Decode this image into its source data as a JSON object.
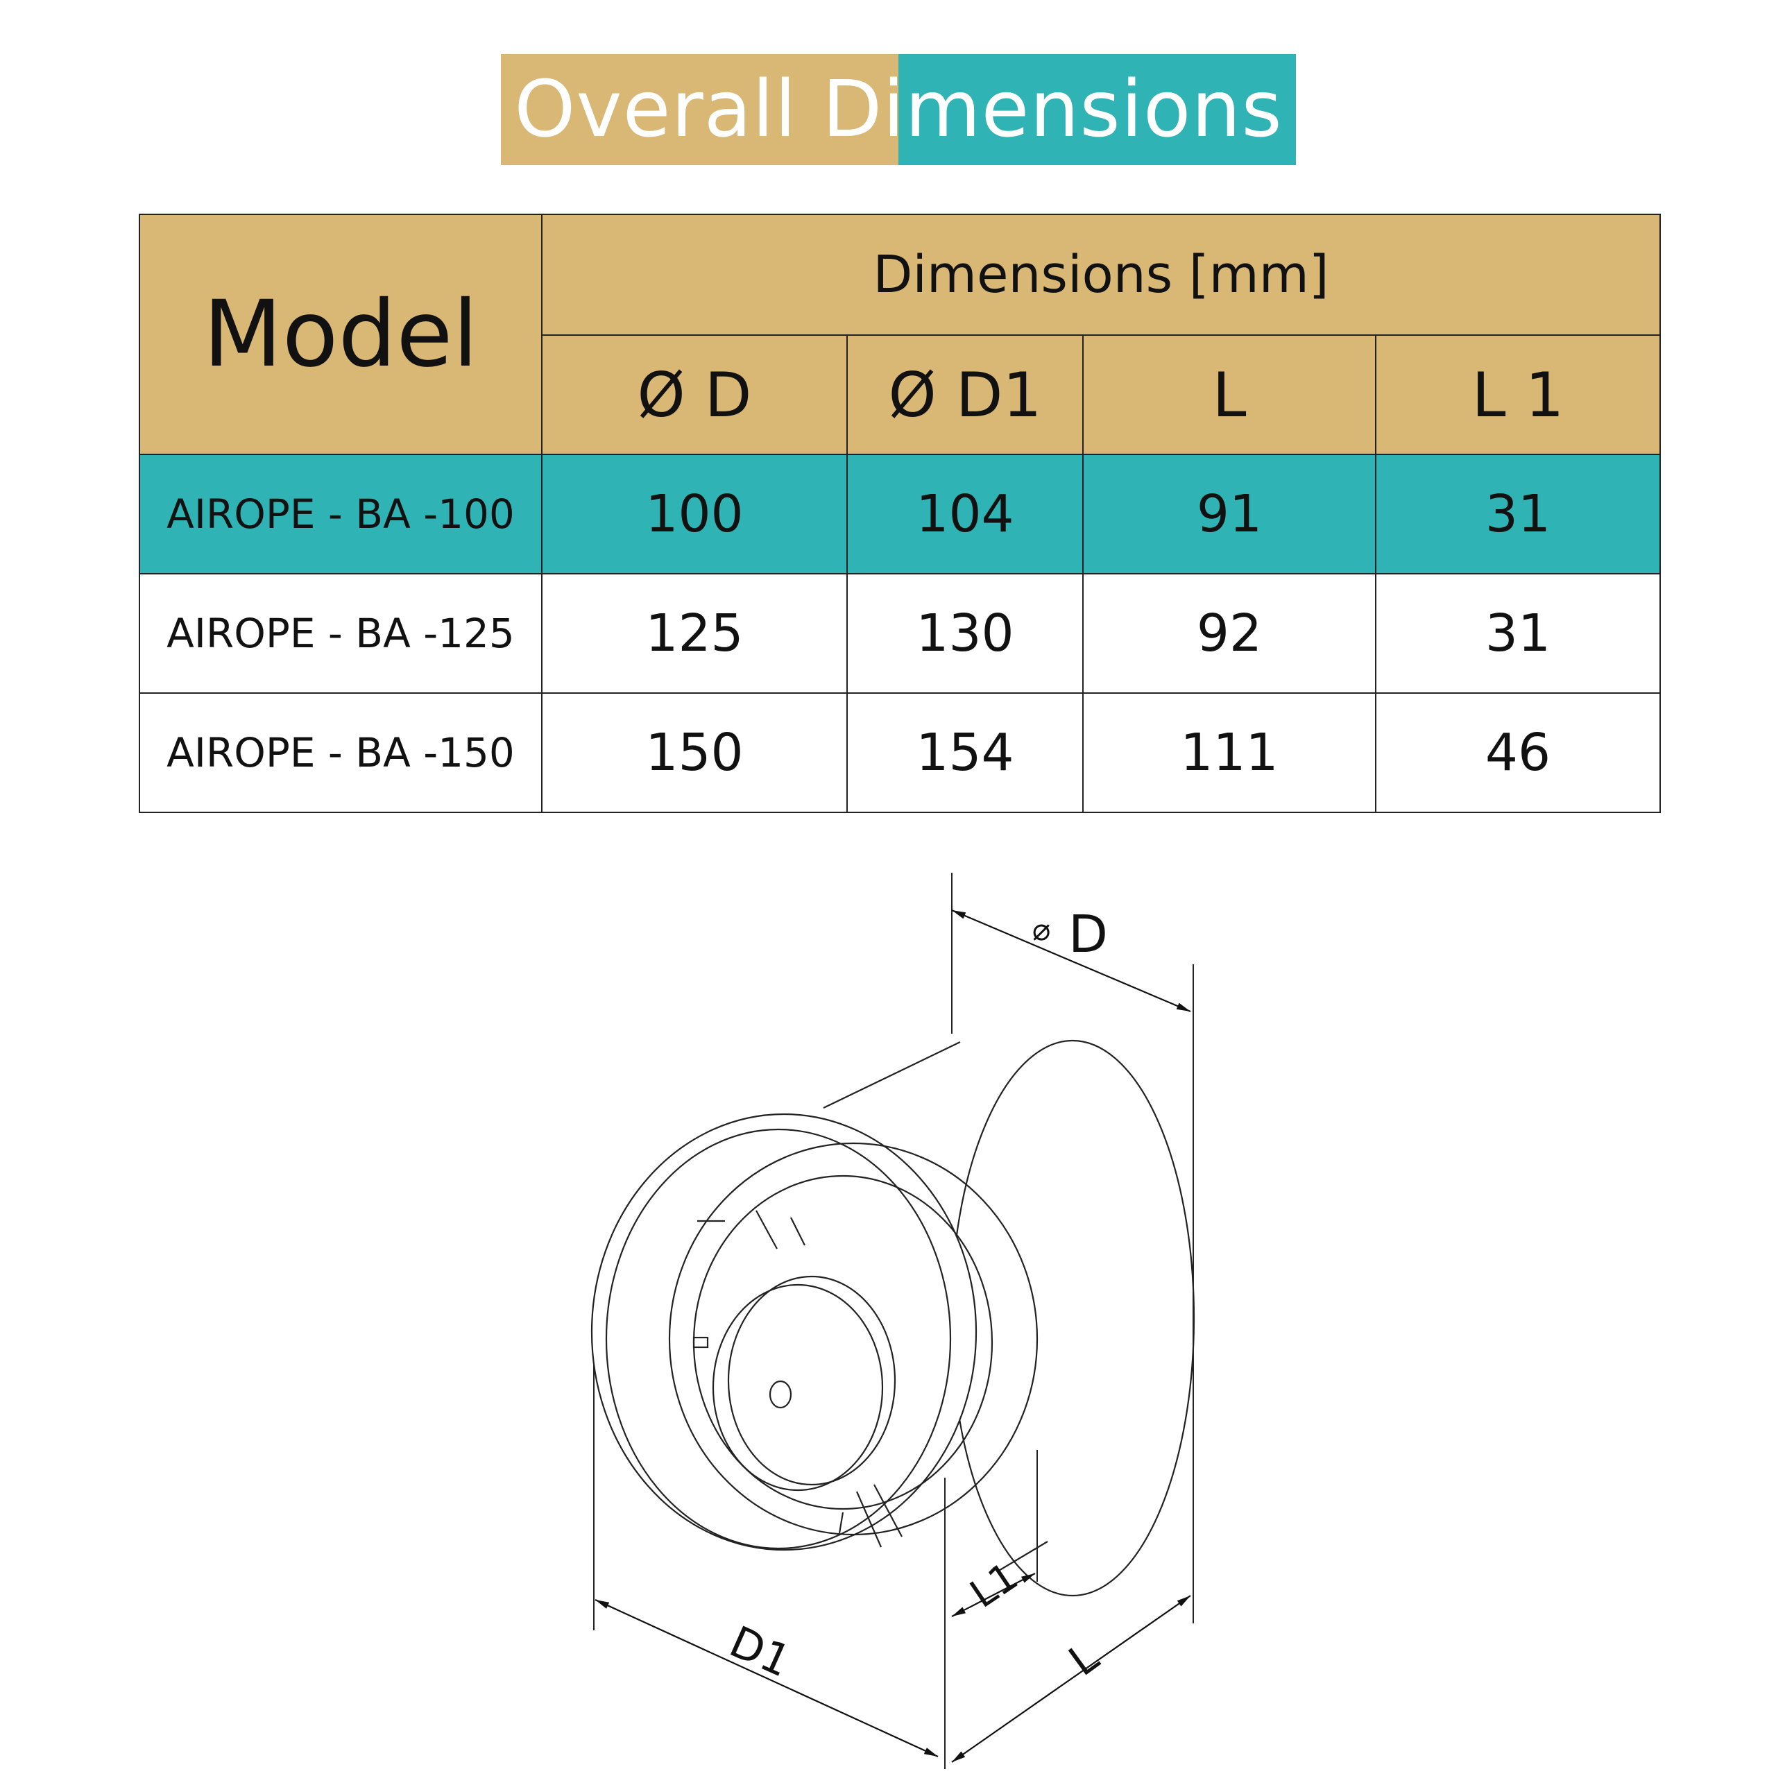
{
  "banner": {
    "title": "Overall Dimensions"
  },
  "table": {
    "model_header": "Model",
    "dims_header": "Dimensions [mm]",
    "columns": [
      "Ø D",
      "Ø D1",
      "L",
      "L 1"
    ],
    "rows": [
      {
        "model": "AIROPE - BA -100",
        "values": [
          "100",
          "104",
          "91",
          "31"
        ]
      },
      {
        "model": "AIROPE - BA -125",
        "values": [
          "125",
          "130",
          "92",
          "31"
        ]
      },
      {
        "model": "AIROPE - BA -150",
        "values": [
          "150",
          "154",
          "111",
          "46"
        ]
      }
    ]
  },
  "drawing": {
    "labels": {
      "d_symbol": "⌀",
      "d": "D",
      "d1": "D1",
      "l": "L",
      "l1": "L1"
    }
  },
  "colors": {
    "gold": "#d9b775",
    "teal": "#2fb3b5"
  }
}
